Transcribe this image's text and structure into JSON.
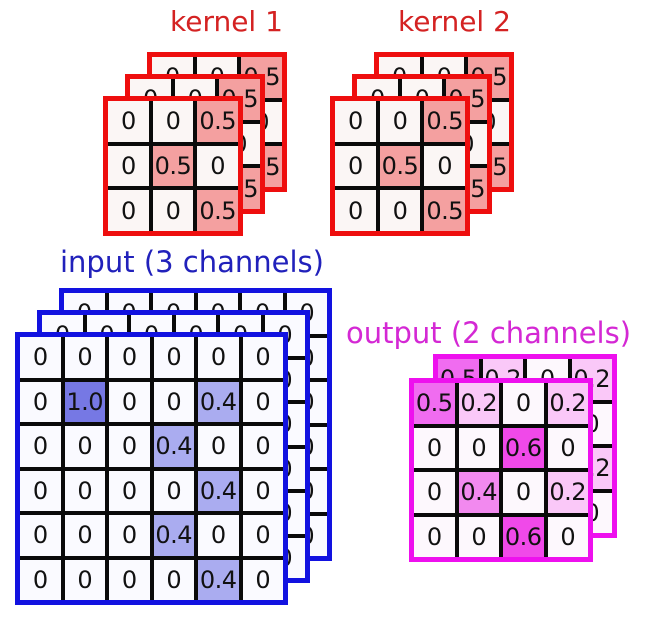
{
  "panels": [
    {
      "id": "kernel1",
      "title": "kernel 1",
      "channels": 3,
      "title_color": "#d42222",
      "frame_color": "#ee0e0e",
      "grid_line_color": "#0a0a0a",
      "rows": [
        [
          "0",
          "0",
          "0.5"
        ],
        [
          "0",
          "0.5",
          "0"
        ],
        [
          "0",
          "0",
          "0.5"
        ]
      ],
      "cell_colors": {
        "default": "#fbf6f5",
        "0.5": "#f4a0a0"
      }
    },
    {
      "id": "kernel2",
      "title": "kernel 2",
      "channels": 3,
      "title_color": "#d42222",
      "frame_color": "#ee0e0e",
      "grid_line_color": "#0a0a0a",
      "rows": [
        [
          "0",
          "0",
          "0.5"
        ],
        [
          "0",
          "0.5",
          "0"
        ],
        [
          "0",
          "0",
          "0.5"
        ]
      ],
      "cell_colors": {
        "default": "#fbf6f5",
        "0.5": "#f4a0a0"
      }
    },
    {
      "id": "input",
      "title": "input (3 channels)",
      "channels": 3,
      "title_color": "#2121bb",
      "frame_color": "#1212e0",
      "grid_line_color": "#0a0a0a",
      "rows": [
        [
          "0",
          "0",
          "0",
          "0",
          "0",
          "0"
        ],
        [
          "0",
          "1.0",
          "0",
          "0",
          "0.4",
          "0"
        ],
        [
          "0",
          "0",
          "0",
          "0.4",
          "0",
          "0"
        ],
        [
          "0",
          "0",
          "0",
          "0",
          "0.4",
          "0"
        ],
        [
          "0",
          "0",
          "0",
          "0.4",
          "0",
          "0"
        ],
        [
          "0",
          "0",
          "0",
          "0",
          "0.4",
          "0"
        ]
      ],
      "cell_colors": {
        "default": "#fafaff",
        "1.0": "#7678e4",
        "0.4": "#aaacf0"
      }
    },
    {
      "id": "output",
      "title": "output (2 channels)",
      "channels": 2,
      "title_color": "#d428d4",
      "frame_color": "#ee10ee",
      "grid_line_color": "#0a0a0a",
      "rows": [
        [
          "0.5",
          "0.2",
          "0",
          "0.2"
        ],
        [
          "0",
          "0",
          "0.6",
          "0"
        ],
        [
          "0",
          "0.4",
          "0",
          "0.2"
        ],
        [
          "0",
          "0",
          "0.6",
          "0"
        ]
      ],
      "cell_colors": {
        "default": "#fdf8fd",
        "0.5": "#f06cf0",
        "0.2": "#fac8f8",
        "0.6": "#f049e9",
        "0.4": "#f289ef"
      }
    }
  ]
}
